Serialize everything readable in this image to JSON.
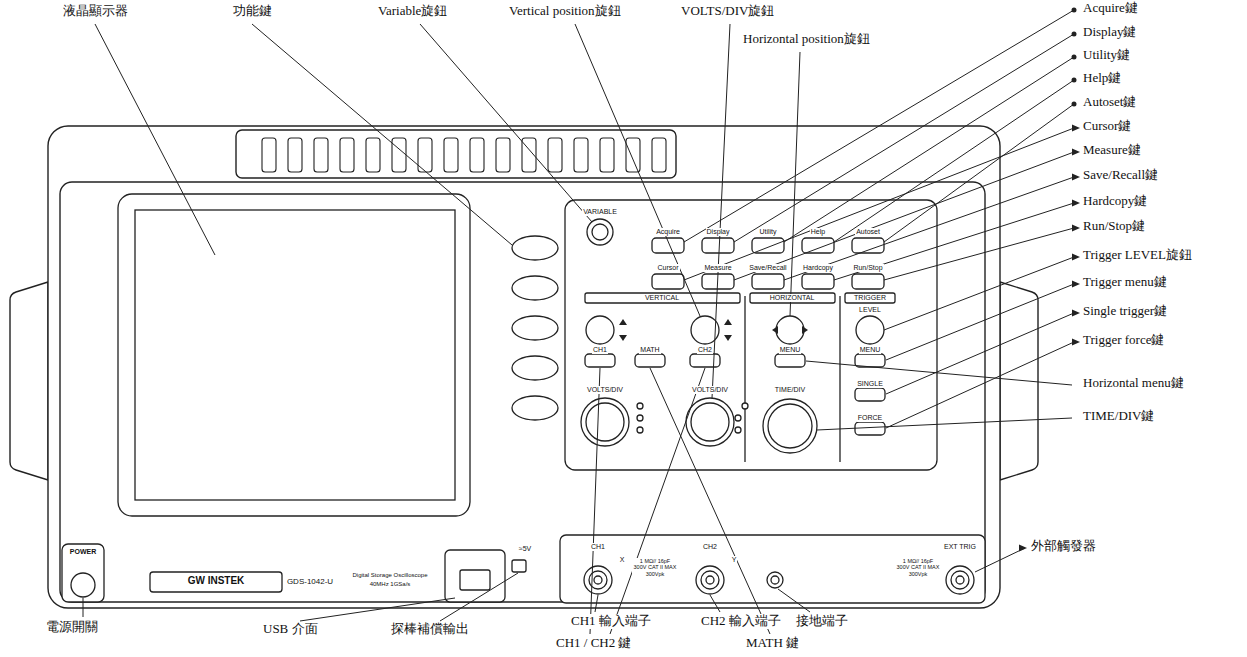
{
  "diagram": {
    "labels": [
      "液晶顯示器",
      "功能鍵",
      "Variable旋鈕",
      "Vertical position旋鈕",
      "VOLTS/DIV旋鈕",
      "Horizontal position旋鈕",
      "Acquire鍵",
      "Display鍵",
      "Utility鍵",
      "Help鍵",
      "Autoset鍵",
      "Cursor鍵",
      "Measure鍵",
      "Save/Recall鍵",
      "Hardcopy鍵",
      "Run/Stop鍵",
      "Trigger LEVEL旋鈕",
      "Trigger menu鍵",
      "Single trigger鍵",
      "Trigger force鍵",
      "Horizontal menu鍵",
      "TIME/DIV鍵",
      "外部觸發器",
      "電源開關",
      "USB 介面",
      "探棒補償輸出",
      "CH1 / CH2 鍵",
      "CH1 輸入端子",
      "CH2 輸入端子",
      "MATH 鍵",
      "接地端子",
      "VARIABLE",
      "Acquire",
      "Display",
      "Utility",
      "Help",
      "Autoset",
      "Cursor",
      "Measure",
      "Save/Recall",
      "Hardcopy",
      "Run/Stop",
      "VERTICAL",
      "HORIZONTAL",
      "TRIGGER",
      "LEVEL",
      "CH1",
      "MATH",
      "CH2",
      "MENU",
      "MENU",
      "SINGLE",
      "FORCE",
      "VOLTS/DIV",
      "VOLTS/DIV",
      "TIME/DIV",
      "POWER",
      "GW INSTEK",
      "GDS-1042-U",
      "Digital Storage Oscilloscope",
      "40MHz 1GSa/s",
      "CH1",
      "X",
      "CH2",
      "Y",
      "1 MΩ// 16pF 300V CAT II MAX 300Vpk",
      "1 MΩ// 16pF 300V CAT II MAX 300Vpk",
      "EXT TRIG",
      "≈5V"
    ]
  }
}
